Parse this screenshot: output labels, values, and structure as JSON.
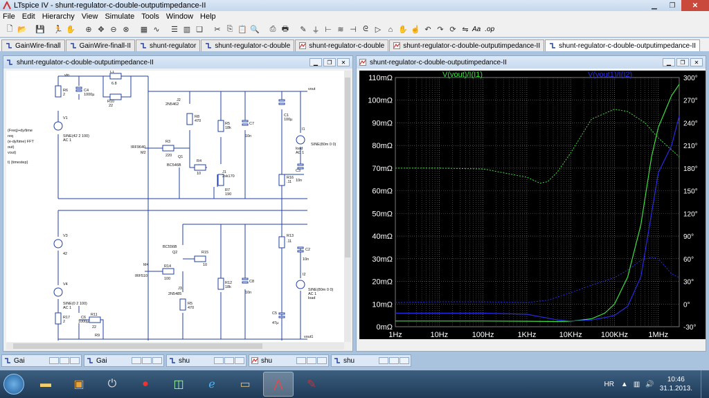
{
  "app": {
    "title": "LTspice IV - shunt-regulator-c-double-outputimpedance-II"
  },
  "menu": [
    "File",
    "Edit",
    "Hierarchy",
    "View",
    "Simulate",
    "Tools",
    "Window",
    "Help"
  ],
  "toolbar": {
    "font_label": "Aa",
    "op_label": ".op"
  },
  "tabs": [
    {
      "label": "GainWire-finall",
      "kind": "schematic"
    },
    {
      "label": "GainWire-finall-II",
      "kind": "schematic"
    },
    {
      "label": "shunt-regulator",
      "kind": "schematic"
    },
    {
      "label": "shunt-regulator-c-double",
      "kind": "schematic"
    },
    {
      "label": "shunt-regulator-c-double",
      "kind": "plot"
    },
    {
      "label": "shunt-regulator-c-double-outputimpedance-II",
      "kind": "plot"
    },
    {
      "label": "shunt-regulator-c-double-outputimpedance-II",
      "kind": "schematic",
      "active": true
    }
  ],
  "schematic_window": {
    "title": "shunt-regulator-c-double-outputimpedance-II",
    "labels": {
      "vin": "vin",
      "r6": "R6",
      "r6v": "2",
      "c4": "C4",
      "c4v": "1000µ",
      "v1": "V1",
      "v1v": "SINE(42 2 100)",
      "v1ac": "AC 1",
      "l1": "L1",
      "l1v": "6.8",
      "r10": "R10",
      "r10v": "22",
      "j2": "J2",
      "j2v": "2N5462",
      "r8": "R8",
      "r8v": "470",
      "r3": "R3",
      "r3v": "220",
      "m2": "IRF9640",
      "m2n": "M2",
      "q1": "Q1",
      "q1v": "BC546B",
      "r4": "R4",
      "r4v": "10",
      "r5": "R5",
      "r5v": "18k",
      "c7": "C7",
      "c7v": "10n",
      "j1": "J1",
      "j1v": "2sk170",
      "r7": "R7",
      "r7v": "190",
      "c1": "C1",
      "c1v": "100µ",
      "vout": "vout",
      "i1": "I1",
      "i1v": "SINE(80m 0 0)",
      "i1load": "load",
      "i1ac": "AC 1",
      "c3": "C3",
      "c3v": "10n",
      "r16": "R16",
      "r16v": ".11",
      "v3": "V3",
      "v3v": "42",
      "v4": "V4",
      "v4v": "SINE(0 2 100)",
      "v4ac": "AC 1",
      "r17": "R17",
      "r17v": "2",
      "c6": "C6",
      "c6v": "1000µ",
      "r11": "R11",
      "r11v": "22",
      "r9": "R9",
      "q2": "BC556B",
      "q2n": "Q2",
      "r15": "R15",
      "r15v": "10",
      "m4": "M4",
      "m4v": "IRF510",
      "r14": "R14",
      "r14v": "100",
      "j3": "J3",
      "j3v": "2N5485",
      "r12": "R12",
      "r12v": "18k",
      "c8": "C8",
      "c8v": "10n",
      "r5b": "R5",
      "r5bv": "470",
      "r13": "R13",
      "r13v": ".11",
      "c2": "C2",
      "c2v": "10n",
      "c5": "C5",
      "c5v": "47µ",
      "i2": "I2",
      "i2v": "SINE(80m 0 0)",
      "i2ac": "AC 1",
      "i2load": "load",
      "vout1": "vout1",
      "d1": "(Freq)+dy/time",
      "d2": "req",
      "d3": "(e-dy/time) FFT",
      "d4": "out)",
      "d5": "vout)",
      "d6": "t) {timestep}"
    }
  },
  "plot_window": {
    "title": "shunt-regulator-c-double-outputimpedance-II",
    "colors": {
      "trace1": "#3ee03e",
      "trace2": "#2a2ae6",
      "bg": "#000000",
      "grid": "#7a7a7a",
      "text": "#ffffff"
    }
  },
  "chart_data": {
    "type": "line",
    "xscale": "log",
    "xlim": [
      1,
      3000000
    ],
    "ylim": [
      0,
      110
    ],
    "y2lim": [
      -30,
      300
    ],
    "x_ticks": [
      "1Hz",
      "10Hz",
      "100Hz",
      "1KHz",
      "10KHz",
      "100KHz",
      "1MHz"
    ],
    "x_tick_values": [
      1,
      10,
      100,
      1000,
      10000,
      100000,
      1000000
    ],
    "y_ticks": [
      "0mΩ",
      "10mΩ",
      "20mΩ",
      "30mΩ",
      "40mΩ",
      "50mΩ",
      "60mΩ",
      "70mΩ",
      "80mΩ",
      "90mΩ",
      "100mΩ",
      "110mΩ"
    ],
    "y_tick_values": [
      0,
      10,
      20,
      30,
      40,
      50,
      60,
      70,
      80,
      90,
      100,
      110
    ],
    "y2_ticks": [
      "-30°",
      "0°",
      "30°",
      "60°",
      "90°",
      "120°",
      "150°",
      "180°",
      "210°",
      "240°",
      "270°",
      "300°"
    ],
    "y2_tick_values": [
      -30,
      0,
      30,
      60,
      90,
      120,
      150,
      180,
      210,
      240,
      270,
      300
    ],
    "series": [
      {
        "name": "V(vout)/I(I1)",
        "color": "#3ee03e",
        "magnitude_mOhm": {
          "x": [
            1,
            10,
            100,
            1000,
            5000,
            10000,
            30000,
            60000,
            100000,
            200000,
            400000,
            700000,
            1000000,
            2000000,
            3000000
          ],
          "y": [
            2.5,
            2.5,
            2.5,
            2.4,
            2.3,
            2.4,
            3.5,
            6,
            10,
            22,
            45,
            75,
            88,
            102,
            107
          ]
        },
        "phase_deg": {
          "x": [
            1,
            10,
            100,
            1000,
            2000,
            3000,
            5000,
            10000,
            30000,
            100000,
            200000,
            500000,
            1000000,
            3000000
          ],
          "y": [
            180,
            180,
            179,
            168,
            160,
            162,
            175,
            200,
            245,
            258,
            255,
            240,
            220,
            195
          ]
        }
      },
      {
        "name": "V(vout1)/I(I2)",
        "color": "#2a2ae6",
        "magnitude_mOhm": {
          "x": [
            1,
            10,
            100,
            1000,
            5000,
            10000,
            30000,
            60000,
            100000,
            200000,
            400000,
            700000,
            1000000,
            2000000,
            3000000
          ],
          "y": [
            6,
            6,
            6,
            5.5,
            3,
            2.5,
            3,
            4,
            5,
            9,
            22,
            50,
            68,
            80,
            93
          ]
        },
        "phase_deg": {
          "x": [
            1,
            10,
            100,
            1000,
            3000,
            10000,
            30000,
            100000,
            200000,
            400000,
            700000,
            1000000,
            2000000,
            3000000
          ],
          "y": [
            2,
            3,
            3,
            2,
            5,
            15,
            25,
            35,
            45,
            58,
            62,
            60,
            40,
            35
          ]
        }
      }
    ]
  },
  "minimized": [
    {
      "label": "Gai",
      "kind": "schematic"
    },
    {
      "label": "Gai",
      "kind": "schematic"
    },
    {
      "label": "shu",
      "kind": "schematic"
    },
    {
      "label": "shu",
      "kind": "plot"
    },
    {
      "label": "shu",
      "kind": "schematic"
    }
  ],
  "tray": {
    "lang": "HR",
    "time": "10:46",
    "date": "31.1.2013."
  }
}
